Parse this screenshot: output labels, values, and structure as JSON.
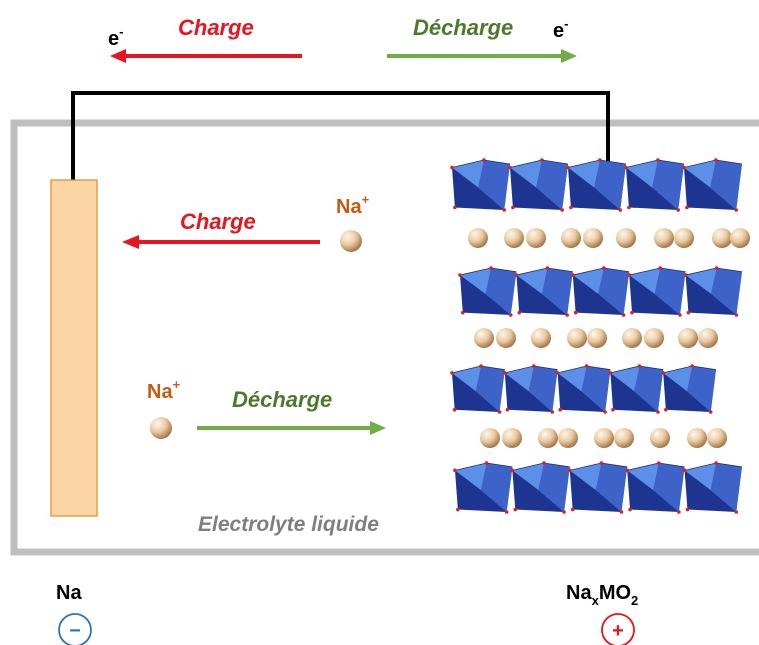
{
  "colors": {
    "charge": "#e8141e",
    "discharge": "#4c7a2c",
    "discharge_arrow": "#70ad47",
    "ion_label": "#c55a11",
    "electrolyte_text": "#7f7f7f",
    "cell_border": "#bfbfbf",
    "na_electrode": "#fcd5a7",
    "na_electrode_border": "#e48a1c",
    "octa_light": "#5b8fe8",
    "octa_mid": "#3d63c8",
    "octa_dark": "#1d3590",
    "sodium_ion": "#e8c9a0",
    "oxygen": "#e02020",
    "minus_sign": "#2e75b6",
    "plus_sign": "#e8141e"
  },
  "top": {
    "electron_left": "e",
    "electron_left_sup": "-",
    "charge_label": "Charge",
    "discharge_label": "Décharge",
    "electron_right": "e",
    "electron_right_sup": "-"
  },
  "cell": {
    "charge_label": "Charge",
    "discharge_label": "Décharge",
    "ion_top": "Na",
    "ion_top_sup": "+",
    "ion_bottom": "Na",
    "ion_bottom_sup": "+",
    "electrolyte": "Electrolyte liquide"
  },
  "electrodes": {
    "negative": {
      "label": "Na",
      "sign": "−"
    },
    "positive": {
      "label_main": "Na",
      "label_sub_x": "x",
      "label_mid": "MO",
      "label_sub_2": "2",
      "sign": "+"
    }
  }
}
